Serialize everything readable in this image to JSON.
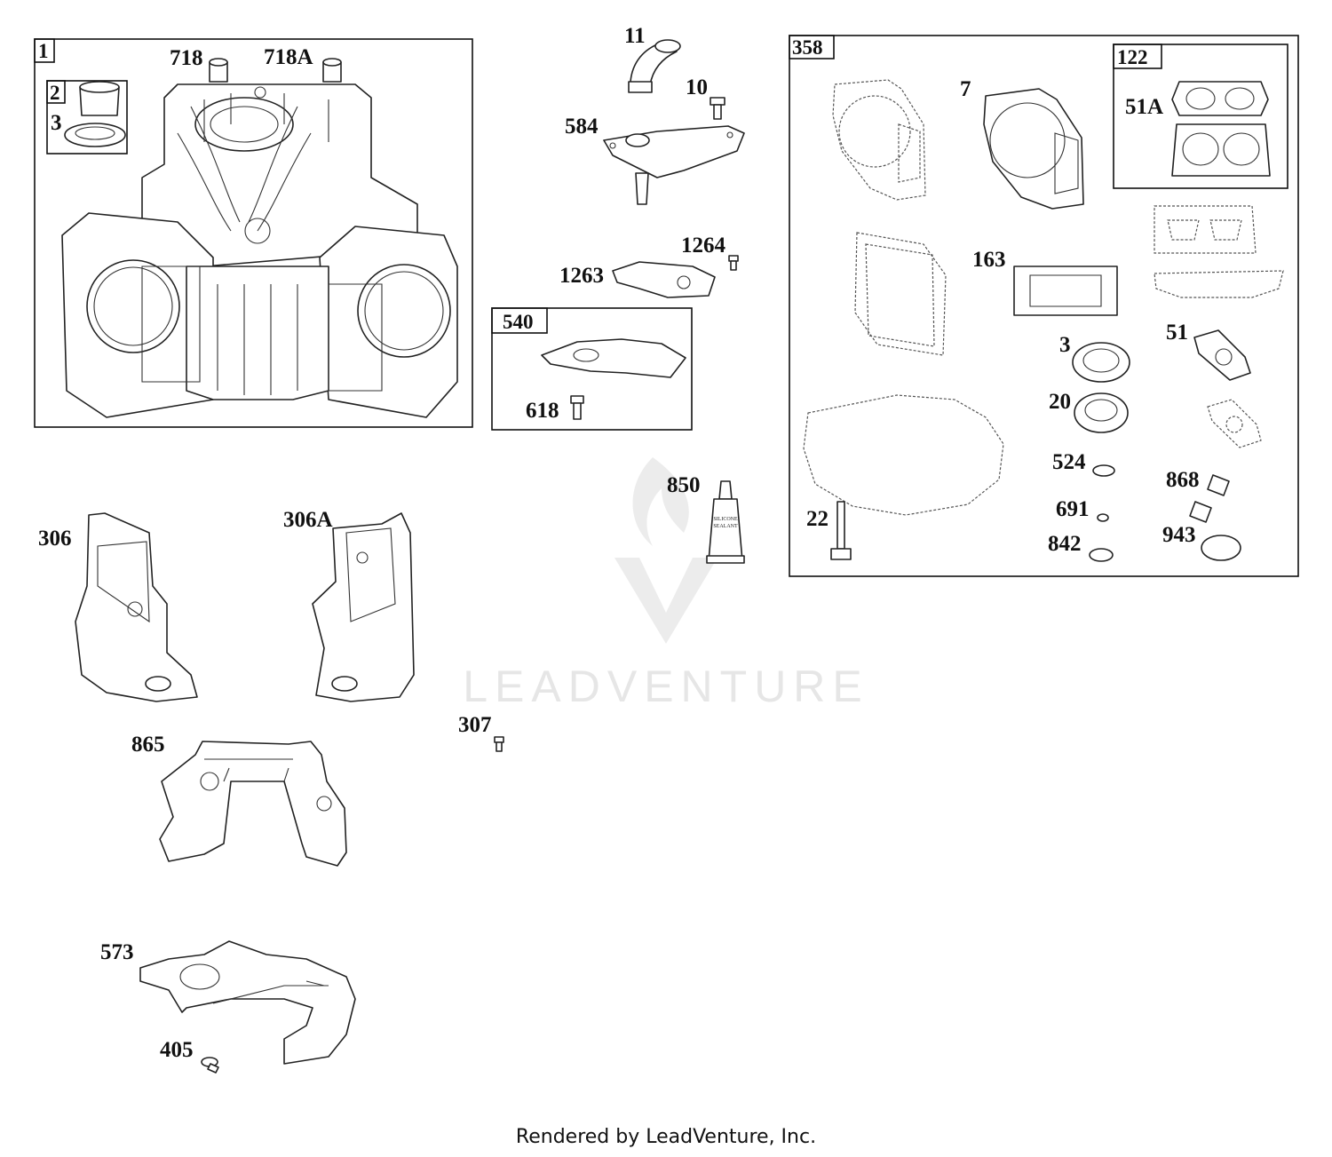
{
  "diagram": {
    "watermark": "LEADVENTURE",
    "footer": "Rendered by LeadVenture, Inc.",
    "tube_label_line1": "SILICONE",
    "tube_label_line2": "SEALANT",
    "boxes": [
      {
        "id": "1"
      },
      {
        "id": "2"
      },
      {
        "id": "540"
      },
      {
        "id": "358"
      },
      {
        "id": "122"
      }
    ],
    "callouts": [
      "718",
      "718A",
      "3",
      "11",
      "10",
      "584",
      "1264",
      "1263",
      "618",
      "850",
      "7",
      "51A",
      "163",
      "51",
      "20",
      "524",
      "868",
      "691",
      "842",
      "943",
      "22",
      "306",
      "306A",
      "307",
      "865",
      "573",
      "405"
    ]
  }
}
